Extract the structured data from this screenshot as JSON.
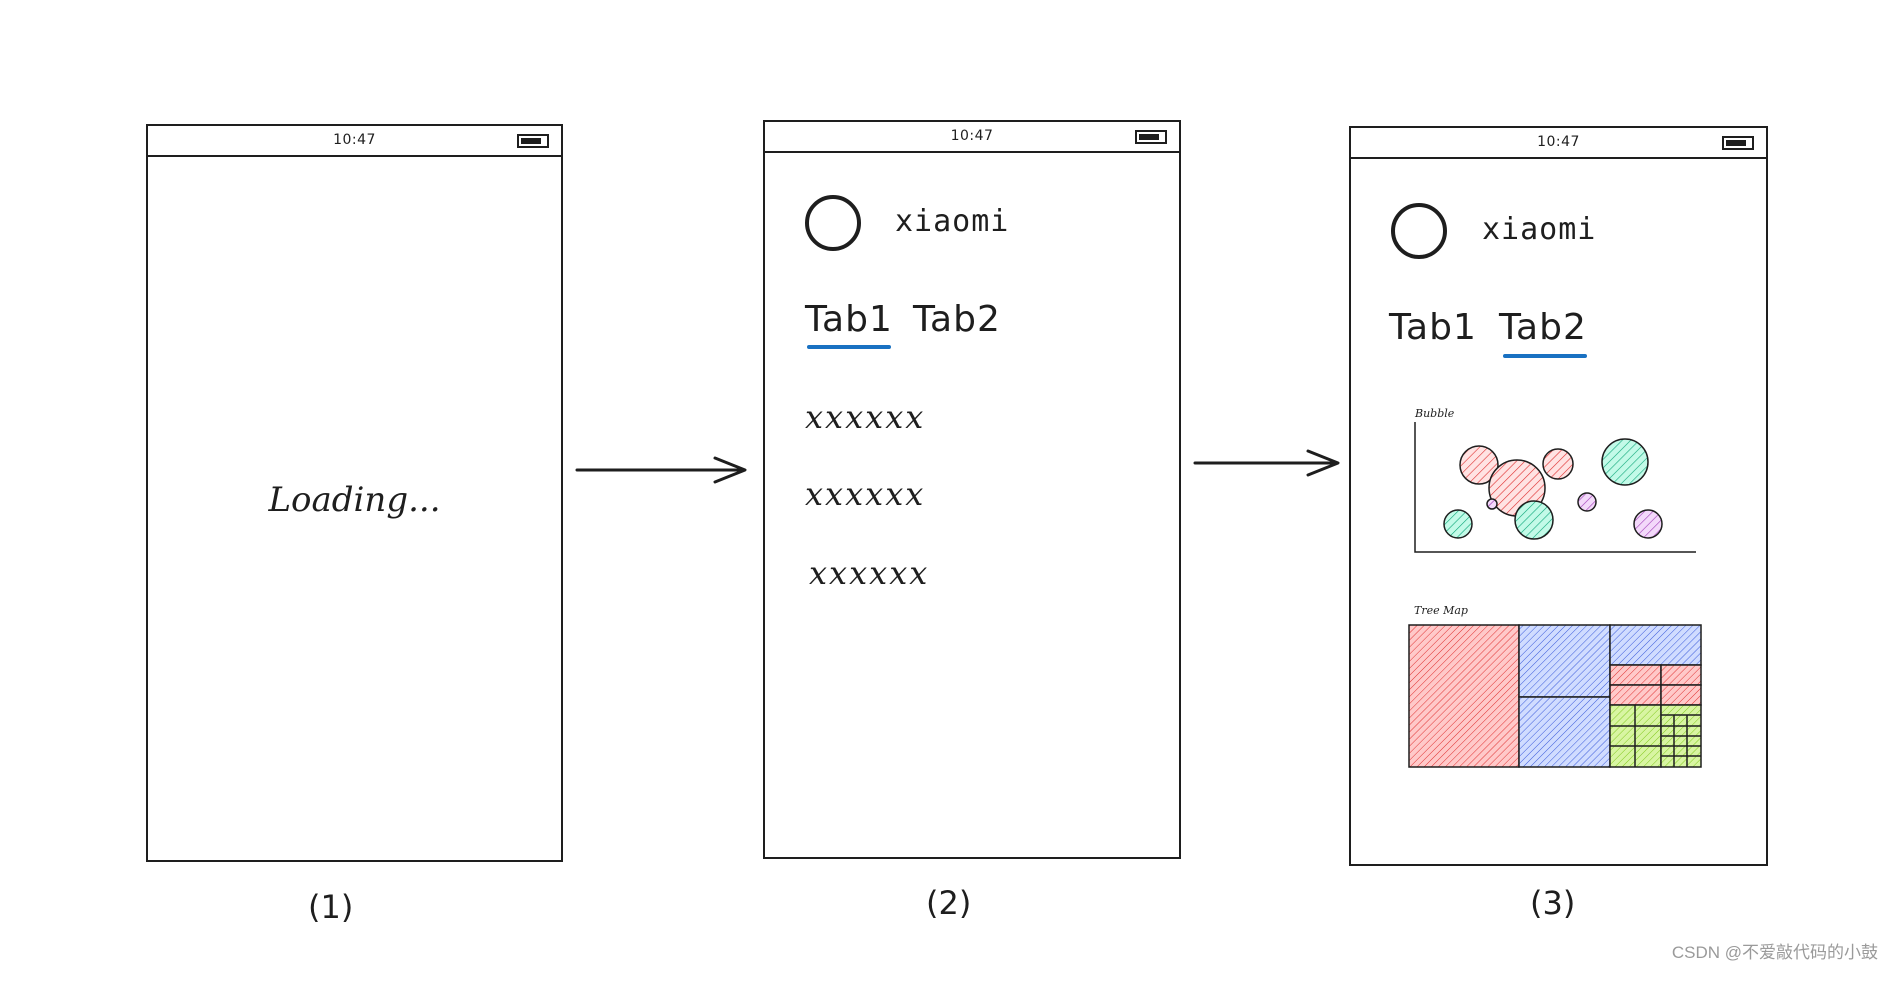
{
  "screens": [
    {
      "caption": "(1)",
      "status_time": "10:47",
      "loading_text": "Loading..."
    },
    {
      "caption": "(2)",
      "status_time": "10:47",
      "username": "xiaomi",
      "tabs": [
        {
          "label": "Tab1",
          "active": true
        },
        {
          "label": "Tab2",
          "active": false
        }
      ],
      "list_items": [
        "xxxxxx",
        "xxxxxx",
        "xxxxxx"
      ]
    },
    {
      "caption": "(3)",
      "status_time": "10:47",
      "username": "xiaomi",
      "tabs": [
        {
          "label": "Tab1",
          "active": false
        },
        {
          "label": "Tab2",
          "active": true
        }
      ],
      "bubble_chart_title": "Bubble",
      "treemap_title": "Tree Map"
    }
  ],
  "colors": {
    "ink": "#1e1e1e",
    "tab_underline": "#1971c2",
    "bubble_red": "#e03131",
    "bubble_teal": "#0ca678",
    "bubble_purple": "#9c36b5",
    "treemap_red": "#e03131",
    "treemap_blue": "#3b5bdb",
    "treemap_green": "#82c91e"
  },
  "watermark": "CSDN @不爱敲代码的小鼓"
}
